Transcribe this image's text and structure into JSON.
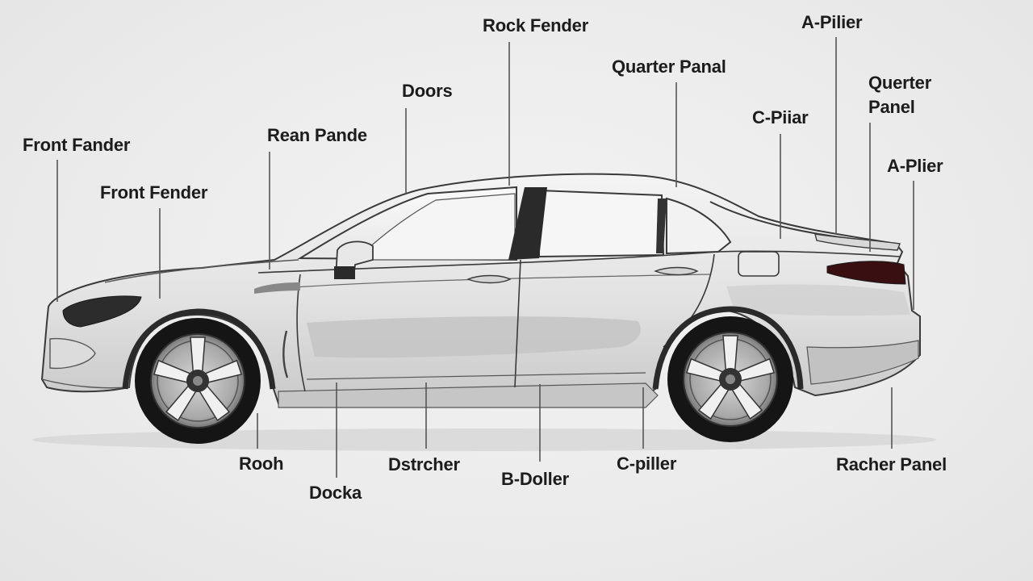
{
  "labels": {
    "rock_fender": "Rock Fender",
    "a_pilier_top": "A-Pilier",
    "quarter_panal": "Quarter Panal",
    "doors": "Doors",
    "querter_panel": "Querter\nPanel",
    "c_piiar": "C-Piiar",
    "front_fander": "Front Fander",
    "rean_pande": "Rean Pande",
    "a_plier_right": "A-Plier",
    "front_fender": "Front Fender",
    "rooh": "Rooh",
    "dstrcher": "Dstrcher",
    "b_doller": "B-Doller",
    "c_piller": "C-piller",
    "racher_panel": "Racher Panel",
    "docka": "Docka"
  },
  "colors": {
    "background": "#ebebeb",
    "body_light": "#e4e4e4",
    "body_shadow": "#b9b9b9",
    "outline": "#3a3a3a",
    "glass": "#f1f1f1",
    "tire": "#151515",
    "taillight": "#3a0f12",
    "label_text": "#1c1c1c",
    "leader_line": "#555555"
  }
}
